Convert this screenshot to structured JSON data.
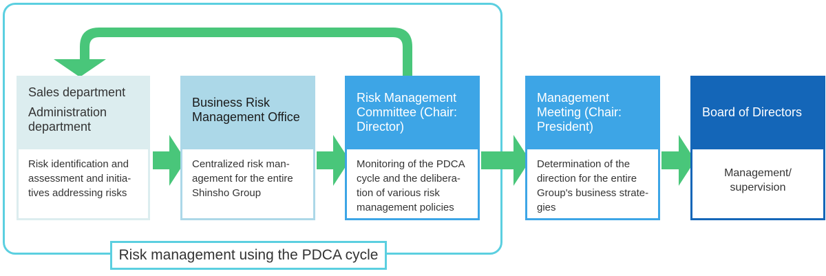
{
  "cycle_label": "Risk management using the PDCA cycle",
  "colors": {
    "frame": "#5bcfe0",
    "arrow": "#49c67a",
    "light_cyan": "#dcedef",
    "light_blue": "#acd8e8",
    "mid_blue": "#3da5e6",
    "dark_blue": "#1466b8"
  },
  "boxes": [
    {
      "title_lines": [
        "Sales department",
        "Administration department"
      ],
      "body": "Risk identification and assessment and initia-tives addressing risks"
    },
    {
      "title": "Business Risk Management Office",
      "body": "Centralized risk man-agement for the entire Shinsho Group"
    },
    {
      "title": "Risk Management Committee (Chair: Director)",
      "body": "Monitoring of the PDCA cycle and the delibera-tion of various risk management policies"
    },
    {
      "title": "Management Meeting (Chair: President)",
      "body": "Determination of the direction for the entire Group's business strate-gies"
    },
    {
      "title": "Board of Directors",
      "body": "Management/ supervision"
    }
  ]
}
